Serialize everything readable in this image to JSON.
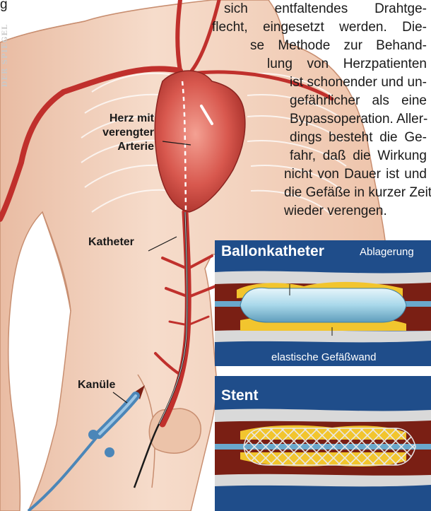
{
  "intro_fragment": "g",
  "intro_fragment2": "g",
  "body_text_lines": [
    "sich entfaltendes Drahtge-",
    "flecht, eingesetzt werden. Die-",
    "se Methode zur Behand-",
    "lung von Herzpatienten",
    "ist schonender und un-",
    "gefährlicher als eine",
    "Bypassoperation. Aller-",
    "dings besteht die Ge-",
    "fahr, daß die Wirkung",
    "nicht von Dauer ist und",
    "die Gefäße in kurzer Zeit",
    "wieder verengen."
  ],
  "credit": "DER SPIEGEL",
  "labels": {
    "herz": "Herz mit\nverengter\nArterie",
    "katheter": "Katheter",
    "kanuele": "Kanüle"
  },
  "panels": {
    "ballon": {
      "title": "Ballonkatheter",
      "callout_top": "Ablagerung",
      "callout_bottom": "elastische Gefäßwand"
    },
    "stent": {
      "title": "Stent"
    }
  },
  "colors": {
    "skin": "#f2d2bd",
    "skin_shadow": "#d9a88c",
    "artery": "#c0302c",
    "heart": "#d8584e",
    "panel_blue": "#1f4d8a",
    "plaque": "#f2c52e",
    "vessel_wall": "#7a1f14",
    "balloon": "#bfe4f2",
    "cannula": "#4b86b8"
  }
}
